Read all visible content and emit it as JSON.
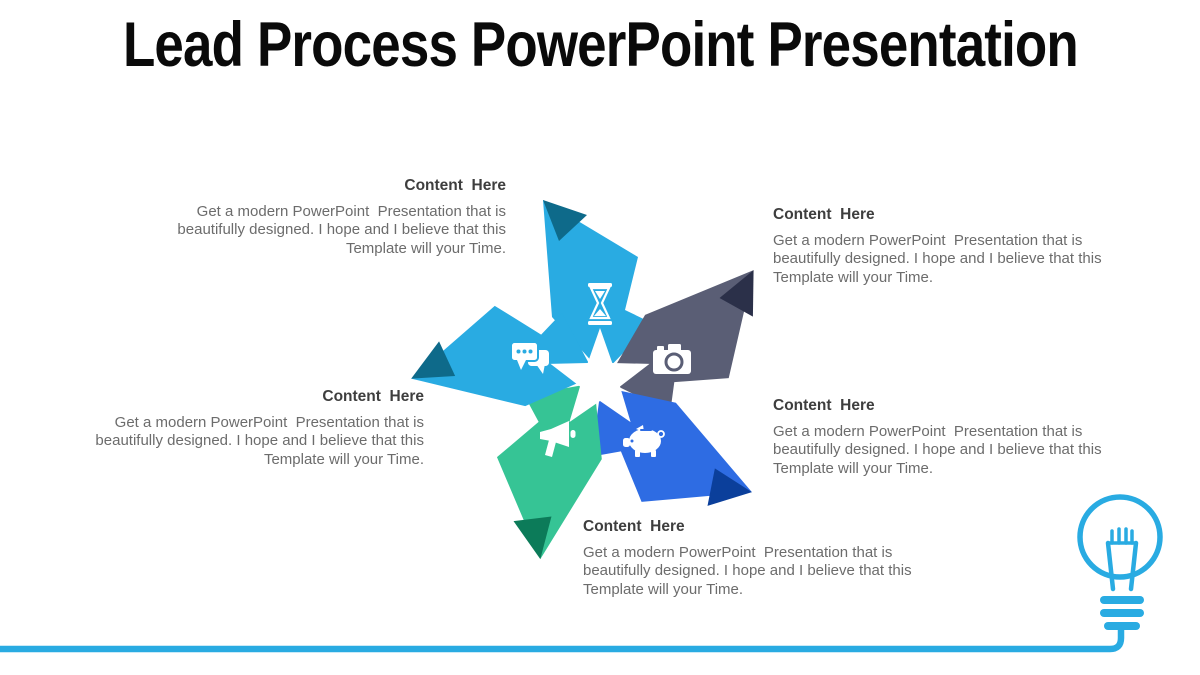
{
  "slide": {
    "title": "Lead Process PowerPoint Presentation"
  },
  "content_blocks": [
    {
      "position": "top-left",
      "heading": "Content  Here",
      "body": "Get a modern PowerPoint  Presentation that is beautifully designed. I hope and I believe that this Template will your Time."
    },
    {
      "position": "top-right",
      "heading": "Content  Here",
      "body": "Get a modern PowerPoint  Presentation that is beautifully designed. I hope and I believe that this Template will your Time."
    },
    {
      "position": "middle-left",
      "heading": "Content  Here",
      "body": "Get a modern PowerPoint  Presentation that is beautifully designed. I hope and I believe that this Template will your Time."
    },
    {
      "position": "middle-right",
      "heading": "Content  Here",
      "body": "Get a modern PowerPoint  Presentation that is beautifully designed. I hope and I believe that this Template will your Time."
    },
    {
      "position": "bottom",
      "heading": "Content  Here",
      "body": "Get a modern PowerPoint  Presentation that is beautifully designed. I hope and I believe that this Template will your Time."
    }
  ],
  "diagram": {
    "type": "pinwheel-arrows",
    "star_color": "#ffffff",
    "arrows": [
      {
        "icon": "hourglass-icon",
        "color": "#29abe2",
        "fold_color": "#0e6a8a"
      },
      {
        "icon": "camera-icon",
        "color": "#5a5e75",
        "fold_color": "#2b3049"
      },
      {
        "icon": "piggy-bank-icon",
        "color": "#2e6ce3",
        "fold_color": "#0b3f9b"
      },
      {
        "icon": "megaphone-icon",
        "color": "#36c495",
        "fold_color": "#0c7b59"
      },
      {
        "icon": "chat-icon",
        "color": "#29abe2",
        "fold_color": "#0e6a8a"
      }
    ]
  },
  "footer": {
    "icon": "lightbulb-icon",
    "accent_color": "#29abe2"
  }
}
